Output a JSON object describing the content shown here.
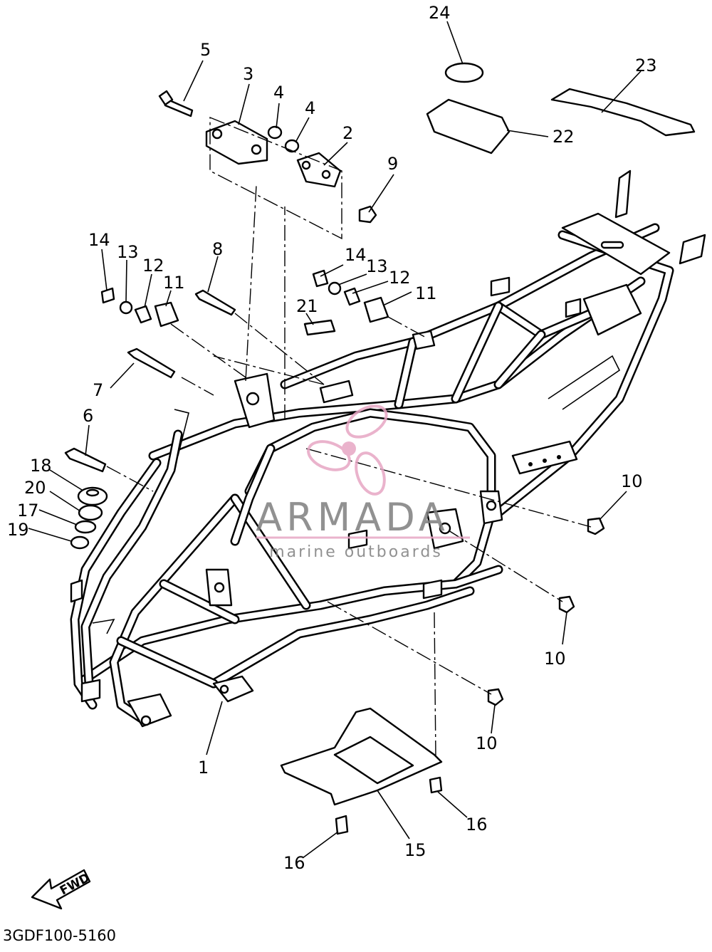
{
  "diagram": {
    "drawing_code": "3GDF100-5160",
    "direction_arrow_label": "FWD",
    "watermark": {
      "brand": "ARMADA",
      "tagline": "marine outboards"
    },
    "callouts": [
      {
        "id": "c1",
        "label": "1"
      },
      {
        "id": "c2",
        "label": "2"
      },
      {
        "id": "c3",
        "label": "3"
      },
      {
        "id": "c4a",
        "label": "4"
      },
      {
        "id": "c4b",
        "label": "4"
      },
      {
        "id": "c5",
        "label": "5"
      },
      {
        "id": "c6",
        "label": "6"
      },
      {
        "id": "c7",
        "label": "7"
      },
      {
        "id": "c8",
        "label": "8"
      },
      {
        "id": "c9",
        "label": "9"
      },
      {
        "id": "c10a",
        "label": "10"
      },
      {
        "id": "c10b",
        "label": "10"
      },
      {
        "id": "c10c",
        "label": "10"
      },
      {
        "id": "c11a",
        "label": "11"
      },
      {
        "id": "c11b",
        "label": "11"
      },
      {
        "id": "c12a",
        "label": "12"
      },
      {
        "id": "c12b",
        "label": "12"
      },
      {
        "id": "c13a",
        "label": "13"
      },
      {
        "id": "c13b",
        "label": "13"
      },
      {
        "id": "c14a",
        "label": "14"
      },
      {
        "id": "c14b",
        "label": "14"
      },
      {
        "id": "c15",
        "label": "15"
      },
      {
        "id": "c16a",
        "label": "16"
      },
      {
        "id": "c16b",
        "label": "16"
      },
      {
        "id": "c17",
        "label": "17"
      },
      {
        "id": "c18",
        "label": "18"
      },
      {
        "id": "c19",
        "label": "19"
      },
      {
        "id": "c20",
        "label": "20"
      },
      {
        "id": "c21",
        "label": "21"
      },
      {
        "id": "c22",
        "label": "22"
      },
      {
        "id": "c23",
        "label": "23"
      },
      {
        "id": "c24",
        "label": "24"
      }
    ]
  }
}
